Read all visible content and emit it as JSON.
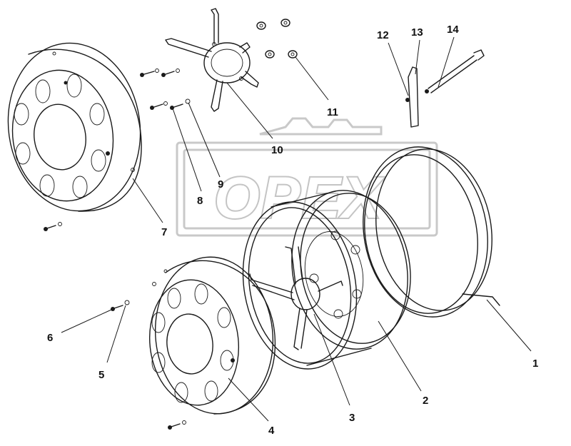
{
  "diagram": {
    "watermark_text": "OPEX",
    "callouts": [
      "1",
      "2",
      "3",
      "4",
      "5",
      "6",
      "7",
      "8",
      "9",
      "10",
      "11",
      "12",
      "13",
      "14"
    ],
    "colors": {
      "line": "#1a1a1a",
      "watermark": "#c9c9c9",
      "background": "#ffffff"
    }
  }
}
